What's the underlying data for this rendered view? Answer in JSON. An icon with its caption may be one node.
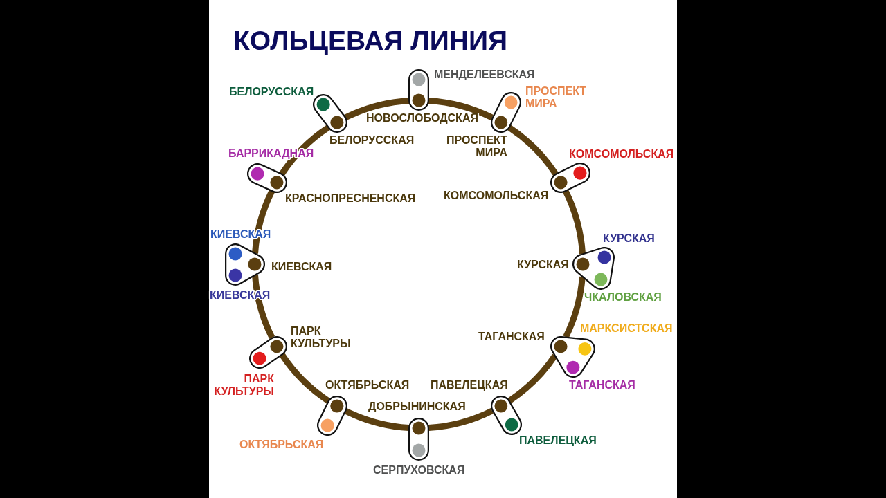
{
  "diagram": {
    "title": "КОЛЬЦЕВАЯ ЛИНИЯ",
    "nodes": [
      {
        "text": [
          "МЕНДЕЛЕЕВСКАЯ",
          "НОВОСЛОБОДСКАЯ"
        ]
      },
      {
        "text": [
          "ПРОСПЕКТ МИРА",
          "ПРОСПЕКТ МИРА"
        ]
      },
      {
        "text": [
          "КОМСОМОЛЬСКАЯ",
          "КОМСОМОЛЬСКАЯ"
        ]
      },
      {
        "text": [
          "КУРСКАЯ",
          "КУРСКАЯ",
          "ЧКАЛОВСКАЯ"
        ]
      },
      {
        "text": [
          "МАРКСИСТСКАЯ",
          "ТАГАНСКАЯ",
          "ТАГАНСКАЯ"
        ]
      },
      {
        "text": [
          "ПАВЕЛЕЦКАЯ",
          "ПАВЕЛЕЦКАЯ"
        ]
      },
      {
        "text": [
          "ДОБРЫНИНСКАЯ",
          "СЕРПУХОВСКАЯ"
        ]
      },
      {
        "text": [
          "ОКТЯБРЬСКАЯ",
          "ОКТЯБРЬСКАЯ"
        ]
      },
      {
        "text": [
          "ПАРК КУЛЬТУРЫ",
          "ПАРК КУЛЬТУРЫ"
        ]
      },
      {
        "text": [
          "КИЕВСКАЯ",
          "КИЕВСКАЯ",
          "КИЕВСКАЯ"
        ]
      },
      {
        "text": [
          "БАРРИКАДНАЯ",
          "КРАСНОПРЕСНЕНСКАЯ"
        ]
      },
      {
        "text": [
          "БЕЛОРУССКАЯ",
          "БЕЛОРУССКАЯ"
        ]
      }
    ],
    "edges": [
      {
        "from": 0,
        "to": 1,
        "arrow": "none"
      },
      {
        "from": 1,
        "to": 2,
        "arrow": "none"
      },
      {
        "from": 2,
        "to": 3,
        "arrow": "none"
      },
      {
        "from": 3,
        "to": 4,
        "arrow": "none"
      },
      {
        "from": 4,
        "to": 5,
        "arrow": "none"
      },
      {
        "from": 5,
        "to": 6,
        "arrow": "none"
      },
      {
        "from": 6,
        "to": 7,
        "arrow": "none"
      },
      {
        "from": 7,
        "to": 8,
        "arrow": "none"
      },
      {
        "from": 8,
        "to": 9,
        "arrow": "none"
      },
      {
        "from": 9,
        "to": 10,
        "arrow": "none"
      },
      {
        "from": 10,
        "to": 11,
        "arrow": "none"
      },
      {
        "from": 11,
        "to": 0,
        "arrow": "none"
      }
    ]
  }
}
